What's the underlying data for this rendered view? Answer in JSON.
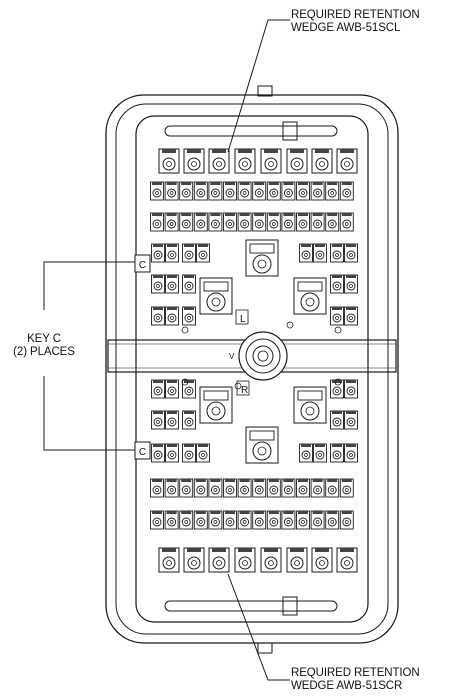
{
  "callouts": {
    "top": {
      "line1": "REQUIRED RETENTION",
      "line2": "WEDGE AWB-51SCL"
    },
    "bottom": {
      "line1": "REQUIRED RETENTION",
      "line2": "WEDGE AWB-51SCR"
    },
    "key": {
      "line1": "KEY C",
      "line2": "(2) PLACES",
      "marker": "C"
    }
  },
  "center_marks": {
    "upper": "L",
    "lower": "R",
    "center": "V"
  },
  "colors": {
    "line": "#1a1a1a",
    "background": "#ffffff"
  }
}
